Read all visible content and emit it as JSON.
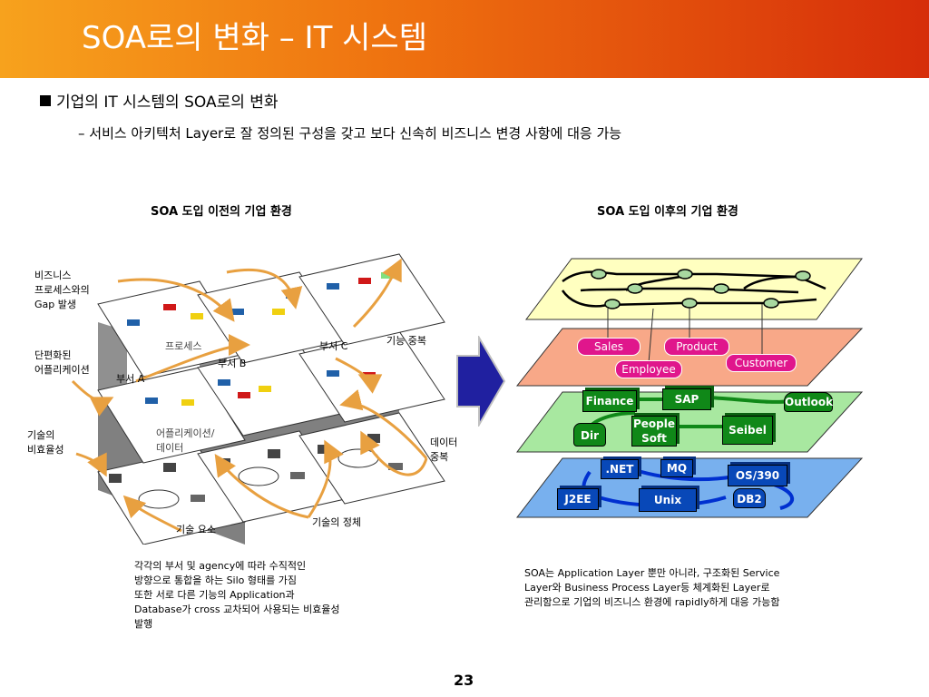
{
  "slide": {
    "title": "SOA로의 변화 – IT 시스템",
    "bullet1": "기업의 IT 시스템의 SOA로의 변화",
    "bullet2": "– 서비스 아키텍처 Layer로 잘 정의된 구성을 갖고 보다 신속히 비즈니스 변경 사항에 대응 가능",
    "page_number": "23"
  },
  "left_diagram": {
    "title": "SOA 도입 이전의 기업 환경",
    "labels": {
      "business_gap": [
        "비즈니스",
        "프로세스와의",
        "Gap 발생"
      ],
      "fragmented_app": [
        "단편화된",
        "어플리케이션"
      ],
      "tech_inefficiency": [
        "기술의",
        "비효율성"
      ],
      "dept_a": "부서 A",
      "dept_b": "부서 B",
      "dept_c": "부서 C",
      "process": "프로세스",
      "app_data": [
        "어플리케이션/",
        "데이터"
      ],
      "func_dup": "기능 중복",
      "data_dup": [
        "데이터",
        "중복"
      ],
      "tech_element": "기술 요소",
      "tech_stagnation": "기술의 정체"
    },
    "note": [
      "각각의 부서 및 agency에 따라 수직적인",
      "방향으로 통합을 하는 Silo 형태를 가짐",
      "또한 서로 다른 기능의 Application과",
      "Database가 cross 교차되어 사용되는 비효율성",
      "발행"
    ]
  },
  "right_diagram": {
    "title": "SOA 도입 이후의 기업 환경",
    "business_services": [
      "Sales",
      "Product",
      "Employee",
      "Customer"
    ],
    "applications": [
      "Finance",
      "SAP",
      "Outlook",
      "Dir",
      "People Soft",
      "Seibel"
    ],
    "infrastructure": [
      ".NET",
      "MQ",
      "OS/390",
      "J2EE",
      "Unix",
      "DB2"
    ],
    "note": [
      "SOA는 Application Layer 뿐만 아니라, 구조화된 Service",
      "Layer와 Business Process Layer등 체계화된 Layer로",
      "관리함으로 기업의 비즈니스 환경에 rapidly하게 대응 가능함"
    ]
  },
  "colors": {
    "header_start": "#f7a21d",
    "header_end": "#d62d0a",
    "process_layer": "#ffffc0",
    "service_layer": "#f8a888",
    "app_layer": "#a8e8a0",
    "infra_layer": "#78b0ee",
    "service_pill": "#e0168c",
    "app_box": "#108818",
    "infra_box": "#0848b8",
    "arrow": "#2020a0"
  }
}
